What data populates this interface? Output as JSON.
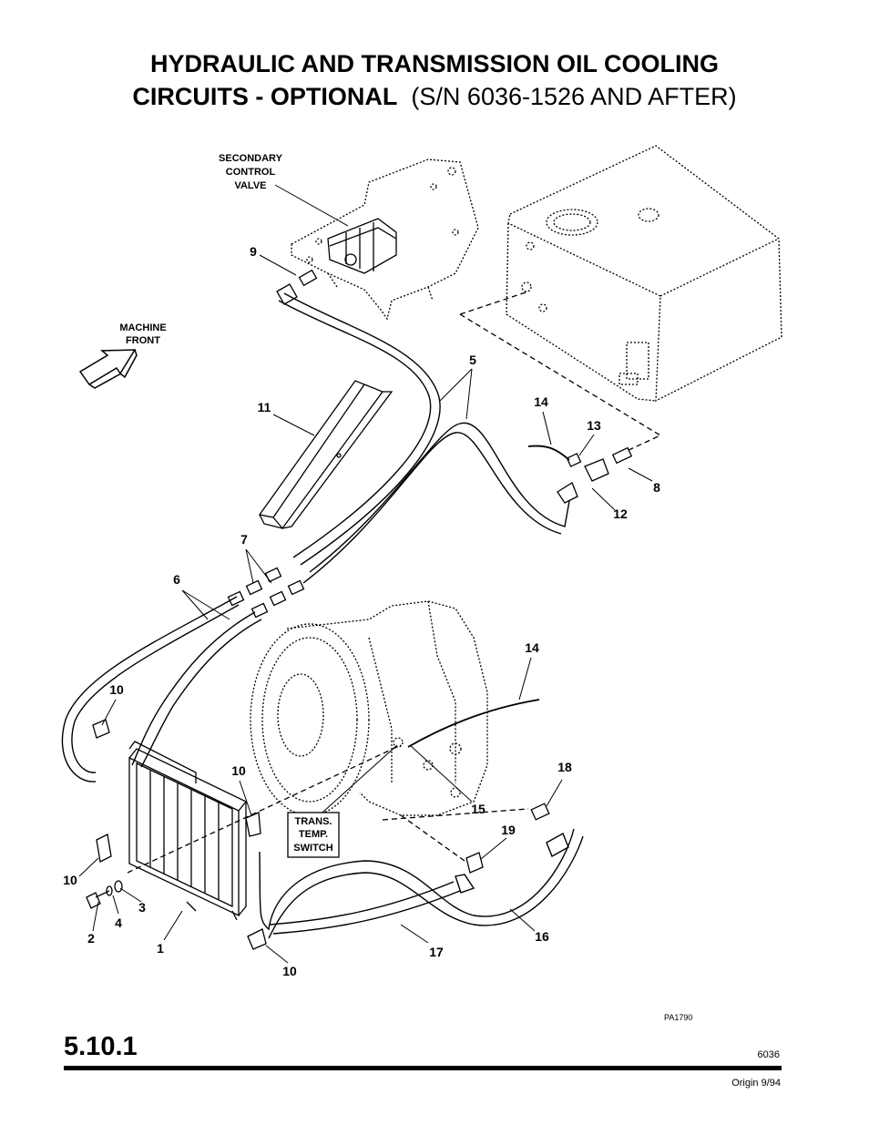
{
  "title": {
    "line1": "HYDRAULIC AND TRANSMISSION OIL COOLING",
    "line2_bold": "CIRCUITS - OPTIONAL",
    "line2_normal": "(S/N 6036-1526 AND AFTER)"
  },
  "labels": {
    "secondary_control_valve": [
      "SECONDARY",
      "CONTROL",
      "VALVE"
    ],
    "machine_front": [
      "MACHINE",
      "FRONT"
    ],
    "trans_temp_switch": [
      "TRANS.",
      "TEMP.",
      "SWITCH"
    ]
  },
  "callouts": {
    "c1": "1",
    "c2": "2",
    "c3": "3",
    "c4": "4",
    "c5": "5",
    "c6": "6",
    "c7": "7",
    "c8": "8",
    "c9": "9",
    "c10a": "10",
    "c10b": "10",
    "c10c": "10",
    "c10d": "10",
    "c11": "11",
    "c12": "12",
    "c13": "13",
    "c14a": "14",
    "c14b": "14",
    "c15": "15",
    "c16": "16",
    "c17": "17",
    "c18": "18",
    "c19": "19"
  },
  "footer": {
    "figure_id": "PA1790",
    "section": "5.10.1",
    "model": "6036",
    "origin": "Origin 9/94"
  }
}
